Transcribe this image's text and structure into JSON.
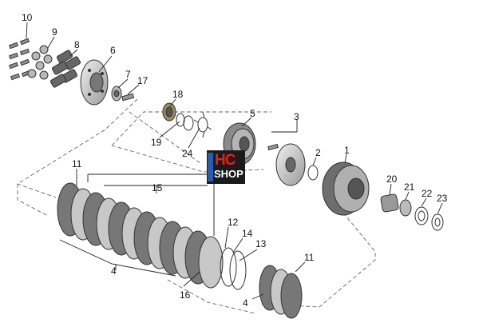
{
  "diagram": {
    "type": "exploded parts diagram",
    "callouts": [
      {
        "id": "10",
        "label": "10"
      },
      {
        "id": "9",
        "label": "9"
      },
      {
        "id": "8",
        "label": "8"
      },
      {
        "id": "6",
        "label": "6"
      },
      {
        "id": "7",
        "label": "7"
      },
      {
        "id": "17",
        "label": "17"
      },
      {
        "id": "18",
        "label": "18"
      },
      {
        "id": "19",
        "label": "19"
      },
      {
        "id": "24",
        "label": "24"
      },
      {
        "id": "5",
        "label": "5"
      },
      {
        "id": "3",
        "label": "3"
      },
      {
        "id": "2",
        "label": "2"
      },
      {
        "id": "1",
        "label": "1"
      },
      {
        "id": "20",
        "label": "20"
      },
      {
        "id": "21",
        "label": "21"
      },
      {
        "id": "22",
        "label": "22"
      },
      {
        "id": "23",
        "label": "23"
      },
      {
        "id": "11a",
        "label": "11"
      },
      {
        "id": "15",
        "label": "15"
      },
      {
        "id": "12",
        "label": "12"
      },
      {
        "id": "14",
        "label": "14"
      },
      {
        "id": "13",
        "label": "13"
      },
      {
        "id": "4a",
        "label": "4"
      },
      {
        "id": "16",
        "label": "16"
      },
      {
        "id": "11b",
        "label": "11"
      },
      {
        "id": "4b",
        "label": "4"
      }
    ],
    "colors": {
      "line": "#222222",
      "part": "#bdbdbd",
      "dark": "#444444",
      "logo_red": "#e3221c"
    }
  },
  "logo": {
    "top": "HC",
    "bottom": "SHOP"
  }
}
